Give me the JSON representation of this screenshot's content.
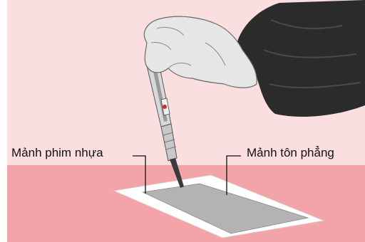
{
  "labels": {
    "plastic_film": "Mảnh phim nhựa",
    "flat_sheet": "Mảnh tôn phẳng"
  },
  "colors": {
    "background_top": "#fbdfe0",
    "background_bottom": "#f2a4a8",
    "film": "#ffffff",
    "sheet": "#b4b2b2",
    "sleeve": "#2b2b2b",
    "tester_indicator": "#d62828"
  },
  "illustration": {
    "objects": [
      "hand-holding-tester",
      "voltage-tester-screwdriver",
      "plastic-film",
      "metal-sheet",
      "sleeve"
    ]
  }
}
